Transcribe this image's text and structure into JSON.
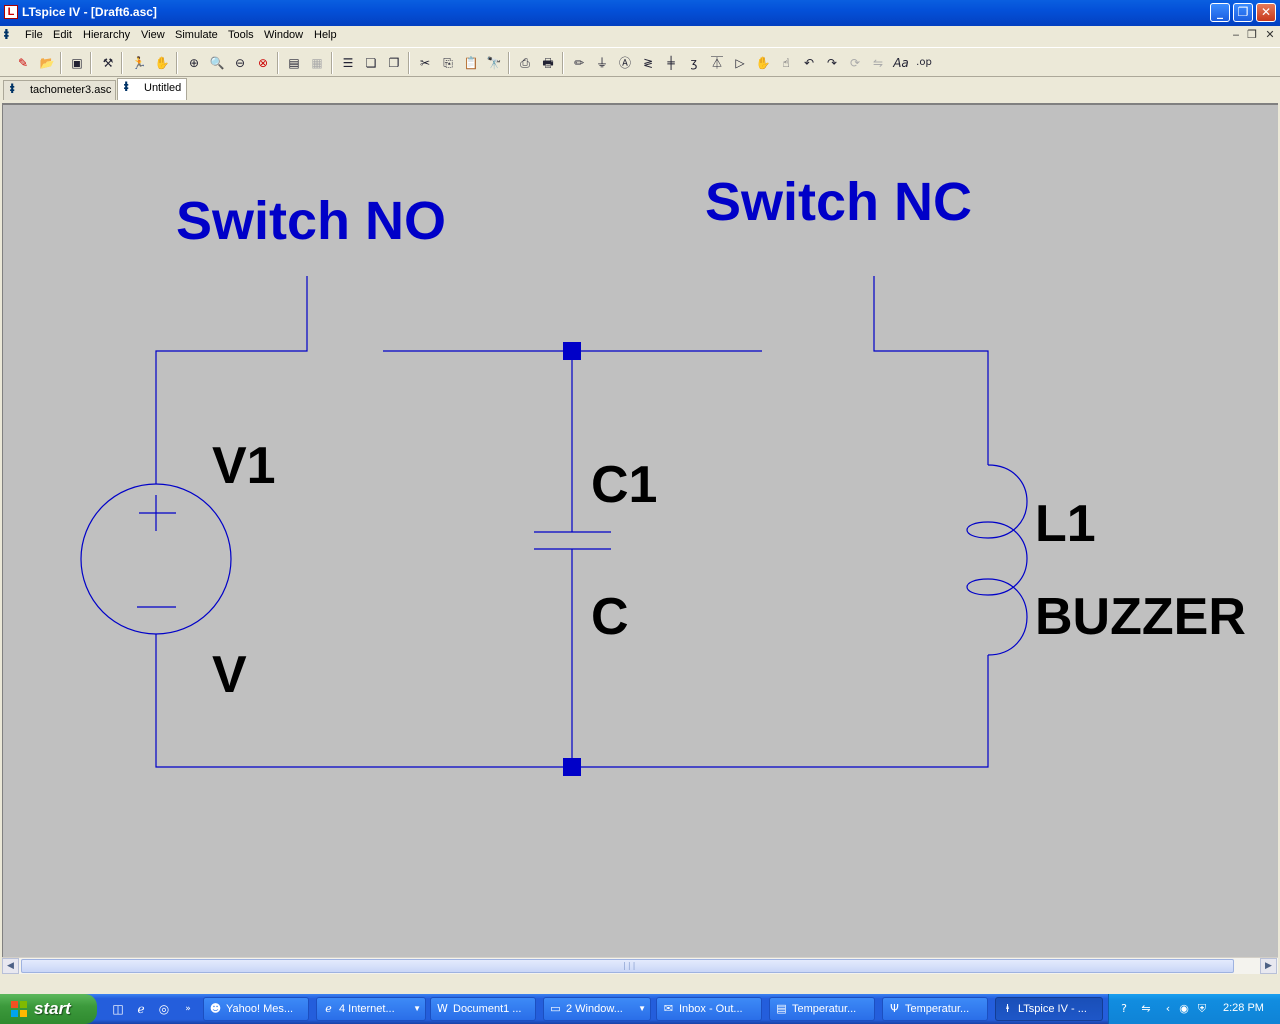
{
  "window": {
    "title": "LTspice IV - [Draft6.asc]"
  },
  "menu": {
    "items": [
      "File",
      "Edit",
      "Hierarchy",
      "View",
      "Simulate",
      "Tools",
      "Window",
      "Help"
    ]
  },
  "toolbar": {
    "tooltips": [
      "new-schematic",
      "open",
      "save",
      "control-panel",
      "run",
      "halt",
      "zoom-in",
      "pan",
      "zoom-out",
      "zoom-cancel",
      "autorange-plot",
      "unknown-plot-tool",
      "tile-horizontal",
      "cascade",
      "tile-vertical",
      "cut",
      "copy",
      "paste",
      "find",
      "print-setup",
      "print",
      "wire",
      "ground",
      "label-net",
      "resistor",
      "capacitor",
      "inductor",
      "diode",
      "component",
      "move",
      "drag",
      "undo",
      "redo",
      "rotate",
      "mirror",
      "text",
      "spice-directive"
    ]
  },
  "tabs": [
    {
      "label": "tachometer3.asc",
      "active": false
    },
    {
      "label": "Untitled",
      "active": true
    }
  ],
  "schematic": {
    "wire_color": "#0000c8",
    "text_color": "#000000",
    "label_color": "#0000c8",
    "labels": {
      "switch_no": "Switch NO",
      "switch_nc": "Switch NC"
    },
    "components": {
      "v1": {
        "name": "V1",
        "value": "V"
      },
      "c1": {
        "name": "C1",
        "value": "C"
      },
      "l1": {
        "name": "L1",
        "value": "BUZZER"
      }
    }
  },
  "taskbar": {
    "start_label": "start",
    "tasks": [
      {
        "label": "Yahoo! Mes...",
        "icon": "yahoo-icon"
      },
      {
        "label": "4 Internet...",
        "icon": "ie-icon"
      },
      {
        "label": "Document1 ...",
        "icon": "word-icon"
      },
      {
        "label": "2 Window...",
        "icon": "folder-icon"
      },
      {
        "label": "Inbox - Out...",
        "icon": "outlook-icon"
      },
      {
        "label": "Temperatur...",
        "icon": "acrobat-icon"
      },
      {
        "label": "Temperatur...",
        "icon": "app-icon"
      },
      {
        "label": "LTspice IV - ...",
        "icon": "ltspice-icon"
      }
    ],
    "clock": "2:28 PM"
  }
}
